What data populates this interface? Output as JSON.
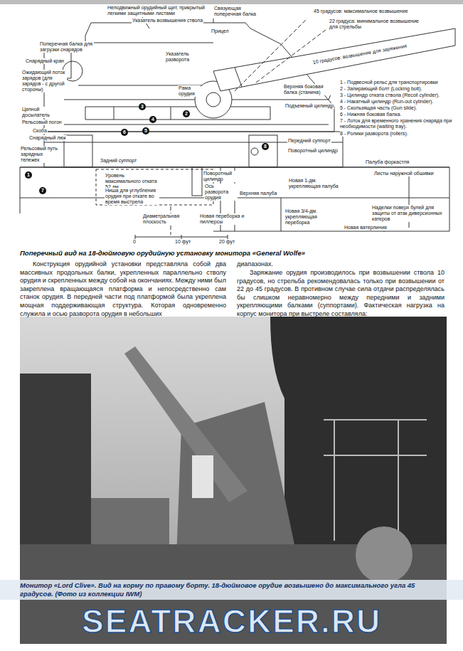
{
  "diagram": {
    "caption": "Поперечный вид на 18-дюймовую орудийную установку монитора «General Wolfe»",
    "labels": [
      "Неподвижный орудийный щит, прикрытый легкими защитными листами",
      "Связующая поперечная балка",
      "45 градусов: максимальное возвышение",
      "22 градуса: минимальное возвышение для стрельбы",
      "Указатель возвышения ствола",
      "Прицел",
      "10 градусов: возвышение для заряжения",
      "Поперечная балка для загрузки снарядов",
      "Снарядный кран",
      "Указатель разворота",
      "Рама орудия",
      "Ожидающий поток зарядов (для зарядов - с другой стороны)",
      "Цепной досылатель",
      "Рельсовый погон",
      "Скоба",
      "Снарядный люк",
      "Рельсовый путь зарядных тележек",
      "Задний суппорт",
      "Уровень максимального отката 52 дм.",
      "Ниша для углубления орудия при откате во время выстрела",
      "Диаметральная плоскость",
      "Новая переборка и пиллерсы",
      "Поворотный цилиндр",
      "Ось разворота орудия",
      "Верхняя палуба",
      "Новая 1-дм. укрепляющая палуба",
      "Новая 3/4-дм. укрепляющая переборка",
      "Новая ватерлиния",
      "Наделки поверх булей для защиты от атак диверсионных катеров",
      "Листы наружной обшивки",
      "Палуба форкастля",
      "Поворотный цилиндр",
      "Передний суппорт",
      "Подъемный цилиндр",
      "Верхняя боковая балка (станина)",
      "1",
      "2",
      "3",
      "4",
      "5",
      "6",
      "7",
      "8",
      "1 - Подвесной рельс для транспортировки снарядов.",
      "2 - Запирающий болт (Locking bolt).",
      "3 - Цилиндр отката ствола (Recoil cylinder).",
      "4 - Накатный цилиндр (Run-out cylinder).",
      "5 - Скользящая часть (Gun slide).",
      "6 - Нижняя боковая балка.",
      "7 - Лоток для временного хранения снаряда при необходимости (waiting tray).",
      "8 - Ролики разворота (rollers).",
      "0",
      "10 фут",
      "20 фут",
      "Конструкция орудийной установки представляла собой два массивных продольных балки, укрепленных параллельно стволу орудия и скрепленных между собой на окончаниях. Между ними был закреплена вращающаяся платформа и непосредственно сам станок орудия. В передней части под платформой была укреплена мощная поддерживающая структура. Которая одновременно служила и осью разворота орудия в небольших",
      "диапазонах.",
      "Заряжание орудия производилось при возвышении ствола 10 градусов, но стрельба рекомендовалась только при возвышении от 22 до 45 градусов. В противном случае сила отдачи распределялась бы слишком неравномерно между передними и задними укрепляющими балками (суппортами). Фактическая нагрузка на корпус монитора при выстреле составляла:",
      "Монитор «Lord Clive». Вид на корму по правому борту. 18-дюймовое орудие возвышено до максимального угла 45 градусов. (Фото из коллекции IWM)",
      "SEATRACKER.RU"
    ]
  }
}
